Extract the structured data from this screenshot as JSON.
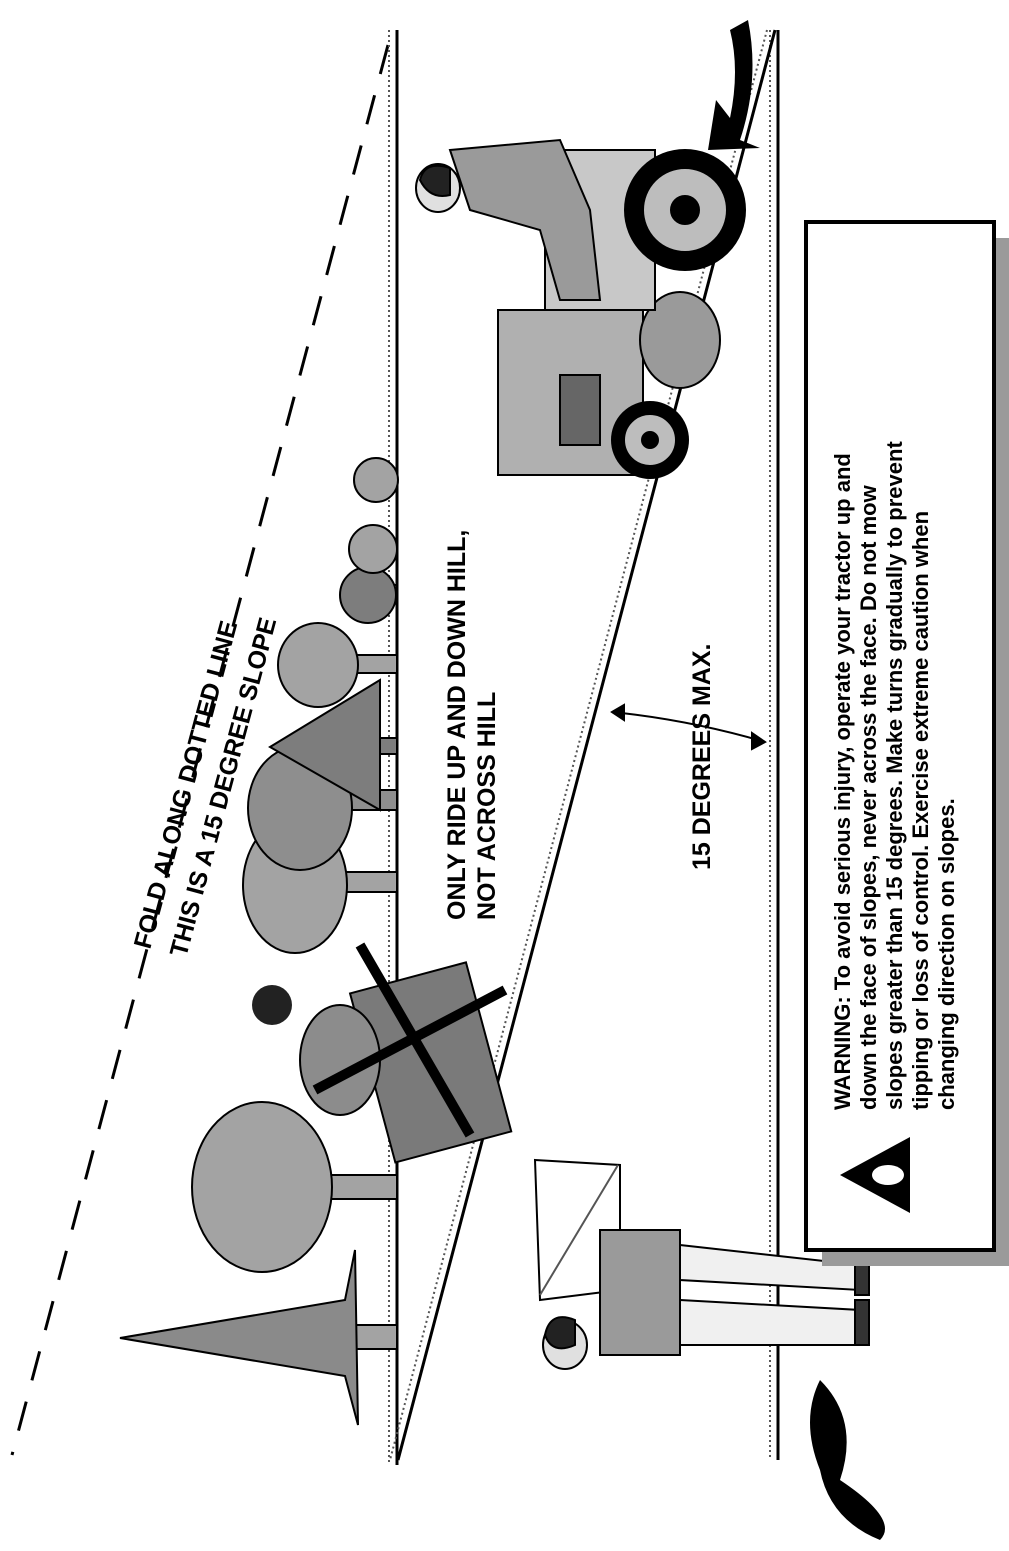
{
  "fold_label": {
    "line1": "FOLD ALONG DOTTED LINE",
    "line2": "THIS IS A 15 DEGREE SLOPE"
  },
  "ride_label": {
    "line1": "ONLY RIDE UP AND DOWN HILL,",
    "line2": "NOT ACROSS HILL"
  },
  "angle_label": "15 DEGREES MAX.",
  "warning": {
    "lines": [
      "WARNING: To avoid serious injury, operate your tractor up and",
      "down the face of slopes, never across the face. Do not mow",
      "slopes greater than 15 degrees. Make turns gradually to prevent",
      "tipping or loss of control. Exercise extreme caution when",
      "changing direction on slopes."
    ]
  },
  "colors": {
    "tree_light": "#a3a3a3",
    "tree_dark": "#7d7d7d",
    "figure_gray": "#8c8c8c",
    "shadow": "#9a9a9a"
  }
}
